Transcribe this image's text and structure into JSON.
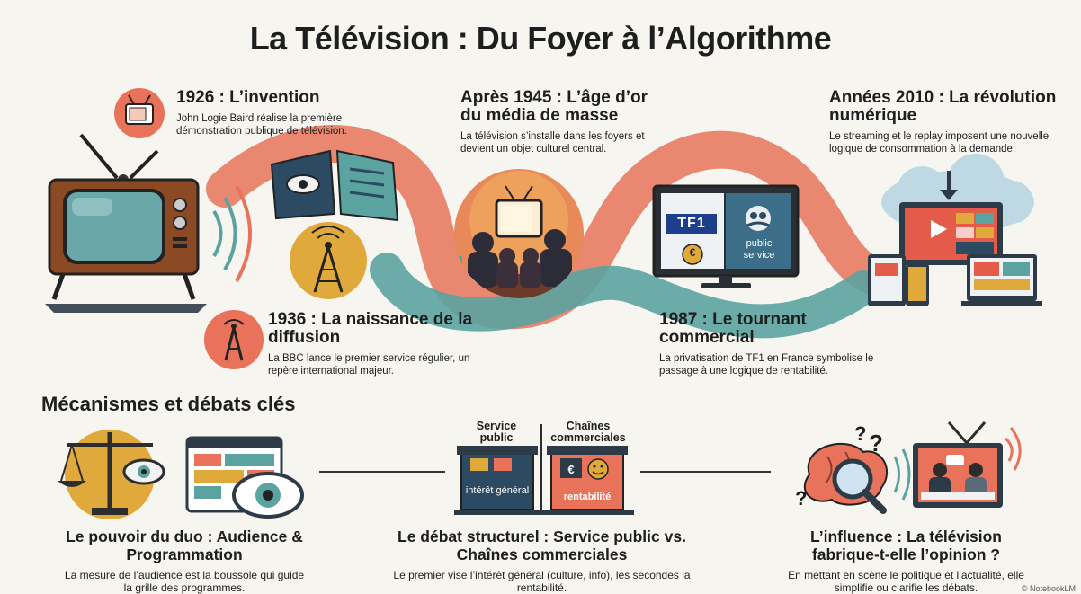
{
  "title": "La Télévision : Du Foyer à l’Algorithme",
  "timeline": [
    {
      "title": "1926 : L’invention",
      "desc": "John Logie Baird réalise la première démonstration publique de télévision."
    },
    {
      "title": "1936 : La naissance de la diffusion",
      "desc": "La BBC lance le premier service régulier, un repère international majeur."
    },
    {
      "title": "Après 1945 : L’âge d’or du média de masse",
      "desc": "La télévision s’installe dans les foyers et devient un objet culturel central."
    },
    {
      "title": "1987 : Le tournant commercial",
      "desc": "La privatisation de TF1 en France symbolise le passage à une logique de rentabilité."
    },
    {
      "title": "Années 2010 : La révolution numérique",
      "desc": "Le streaming et le replay imposent une nouvelle logique de consommation à la demande."
    }
  ],
  "tv1987": {
    "logo": "TF1",
    "euro": "€",
    "public_line1": "public",
    "public_line2": "service"
  },
  "section_title": "Mécanismes et débats clés",
  "mechanisms": [
    {
      "title": "Le pouvoir du duo : Audience & Programmation",
      "desc": "La mesure de l’audience est la boussole qui guide la grille des programmes."
    },
    {
      "title": "Le débat structurel : Service public vs. Chaînes commerciales",
      "desc": "Le premier vise l’intérêt général (culture, info), les secondes la rentabilité."
    },
    {
      "title": "L’influence : La télévision fabrique-t-elle l’opinion ?",
      "desc": "En mettant en scène le politique et l’actualité, elle simplifie ou clarifie les débats."
    }
  ],
  "podiums": {
    "left_header": "Service public",
    "right_header": "Chaînes commerciales",
    "left_body": "intérêt général",
    "right_body": "rentabilité",
    "euro": "€"
  },
  "question_marks": [
    "?",
    "?",
    "?"
  ],
  "corner_text": "© NotebookLM",
  "colors": {
    "coral": "#e8735a",
    "teal": "#5ba3a0",
    "mustard": "#e0a93b",
    "navy": "#1f4e79",
    "slate": "#3c6478"
  }
}
